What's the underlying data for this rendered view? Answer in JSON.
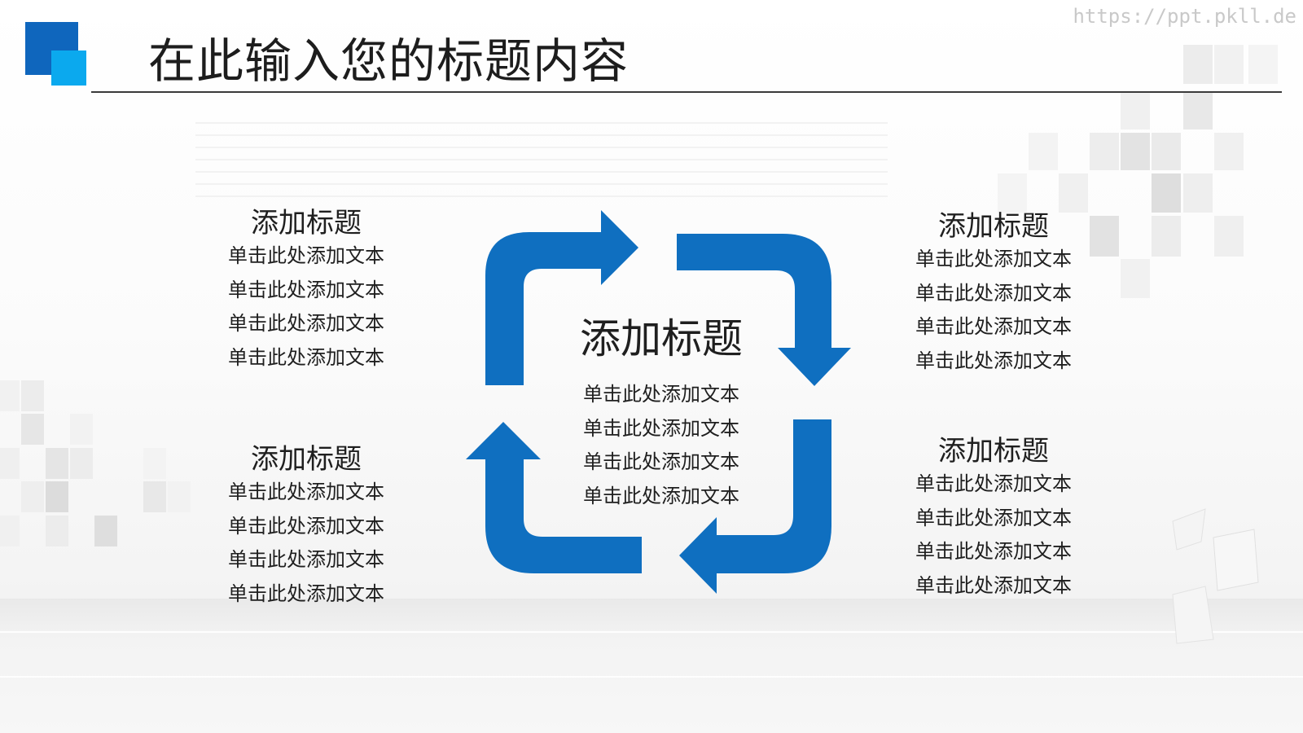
{
  "watermark": "https://ppt.pkll.de",
  "header": {
    "title": "在此输入您的标题内容"
  },
  "colors": {
    "arrow": "#0f6fc0",
    "logo_dark": "#0f66bd",
    "logo_light": "#0ba9ee",
    "text": "#1f1f1f"
  },
  "blocks": {
    "top_left": {
      "title": "添加标题",
      "lines": [
        "单击此处添加文本",
        "单击此处添加文本",
        "单击此处添加文本",
        "单击此处添加文本"
      ]
    },
    "bottom_left": {
      "title": "添加标题",
      "lines": [
        "单击此处添加文本",
        "单击此处添加文本",
        "单击此处添加文本",
        "单击此处添加文本"
      ]
    },
    "center": {
      "title": "添加标题",
      "lines": [
        "单击此处添加文本",
        "单击此处添加文本",
        "单击此处添加文本",
        "单击此处添加文本"
      ]
    },
    "top_right": {
      "title": "添加标题",
      "lines": [
        "单击此处添加文本",
        "单击此处添加文本",
        "单击此处添加文本",
        "单击此处添加文本"
      ]
    },
    "bottom_right": {
      "title": "添加标题",
      "lines": [
        "单击此处添加文本",
        "单击此处添加文本",
        "单击此处添加文本",
        "单击此处添加文本"
      ]
    }
  },
  "icons": [
    "cycle-arrow-icon"
  ]
}
